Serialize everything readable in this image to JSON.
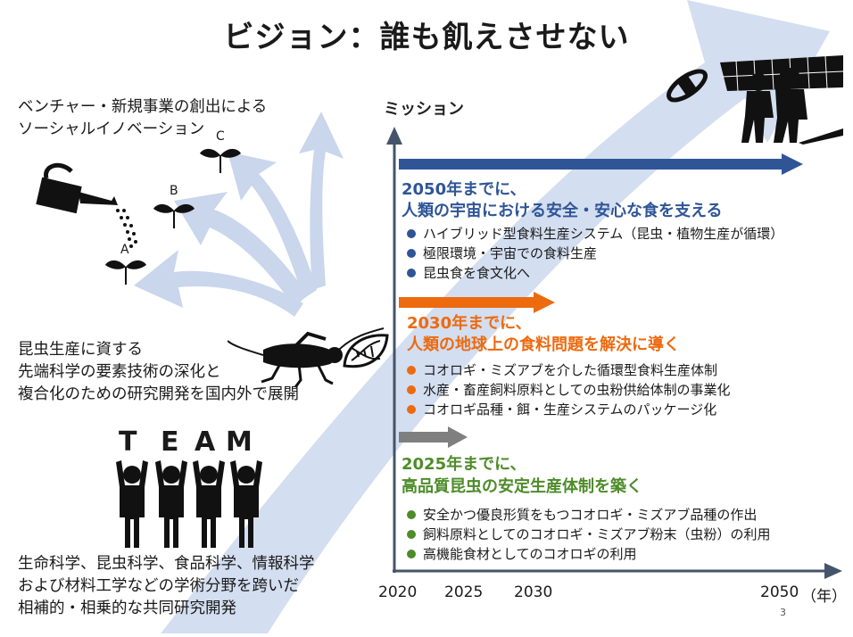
{
  "title": "ビジョン：誰も飢えさせない",
  "left": {
    "venture_line1": "ベンチャー・新規事業の創出による",
    "venture_line2": "ソーシャルイノベーション",
    "sprout_labels": [
      "A",
      "B",
      "C"
    ],
    "research_lines": [
      "昆虫生産に資する",
      "先端科学の要素技術の深化と",
      "複合化のための研究開発を国内外で展開"
    ],
    "team_letters": [
      "T",
      "E",
      "A",
      "M"
    ],
    "science_lines": [
      "生命科学、昆虫科学、食品科学、情報科学",
      "および材料工学などの学術分野を跨いだ",
      "相補的・相乗的な共同研究開発"
    ]
  },
  "mission": {
    "axis_label": "ミッション",
    "blocks": [
      {
        "title1": "2050年までに、",
        "title2": "人類の宇宙における安全・安心な食を支える",
        "color": "#2f5597",
        "items": [
          "ハイブリッド型食料生産システム（昆虫・植物生産が循環）",
          "極限環境・宇宙での食料生産",
          "昆虫食を食文化へ"
        ]
      },
      {
        "title1": "2030年までに、",
        "title2": "人類の地球上の食料問題を解決に導く",
        "color": "#ed6a0f",
        "items": [
          "コオロギ・ミズアブを介した循環型食料生産体制",
          "水産・畜産飼料原料としての虫粉供給体制の事業化",
          "コオロギ品種・餌・生産システムのパッケージ化"
        ]
      },
      {
        "title1": "2025年までに、",
        "title2": "高品質昆虫の安定生産体制を築く",
        "color": "#4e8c2a",
        "items": [
          "安全かつ優良形質をもつコオロギ・ミズアブ品種の作出",
          "飼料原料としてのコオロギ・ミズアブ粉末（虫粉）の利用",
          "高機能食材としてのコオロギの利用"
        ]
      }
    ],
    "ticks": [
      "2020",
      "2025",
      "2030",
      "2050"
    ],
    "unit": "（年）"
  },
  "page_number": "3",
  "colors": {
    "light_blue": "#c9d6ec",
    "blue": "#2f5597",
    "orange": "#ed6a0f",
    "gray": "#7f7f7f",
    "green": "#4e8c2a",
    "axis": "#44546a"
  },
  "icons": [
    "watering-can-icon",
    "sprout-icon",
    "cricket-icon",
    "dna-leaf-icon",
    "team-figures-icon",
    "satellite-icon",
    "astronauts-icon"
  ]
}
